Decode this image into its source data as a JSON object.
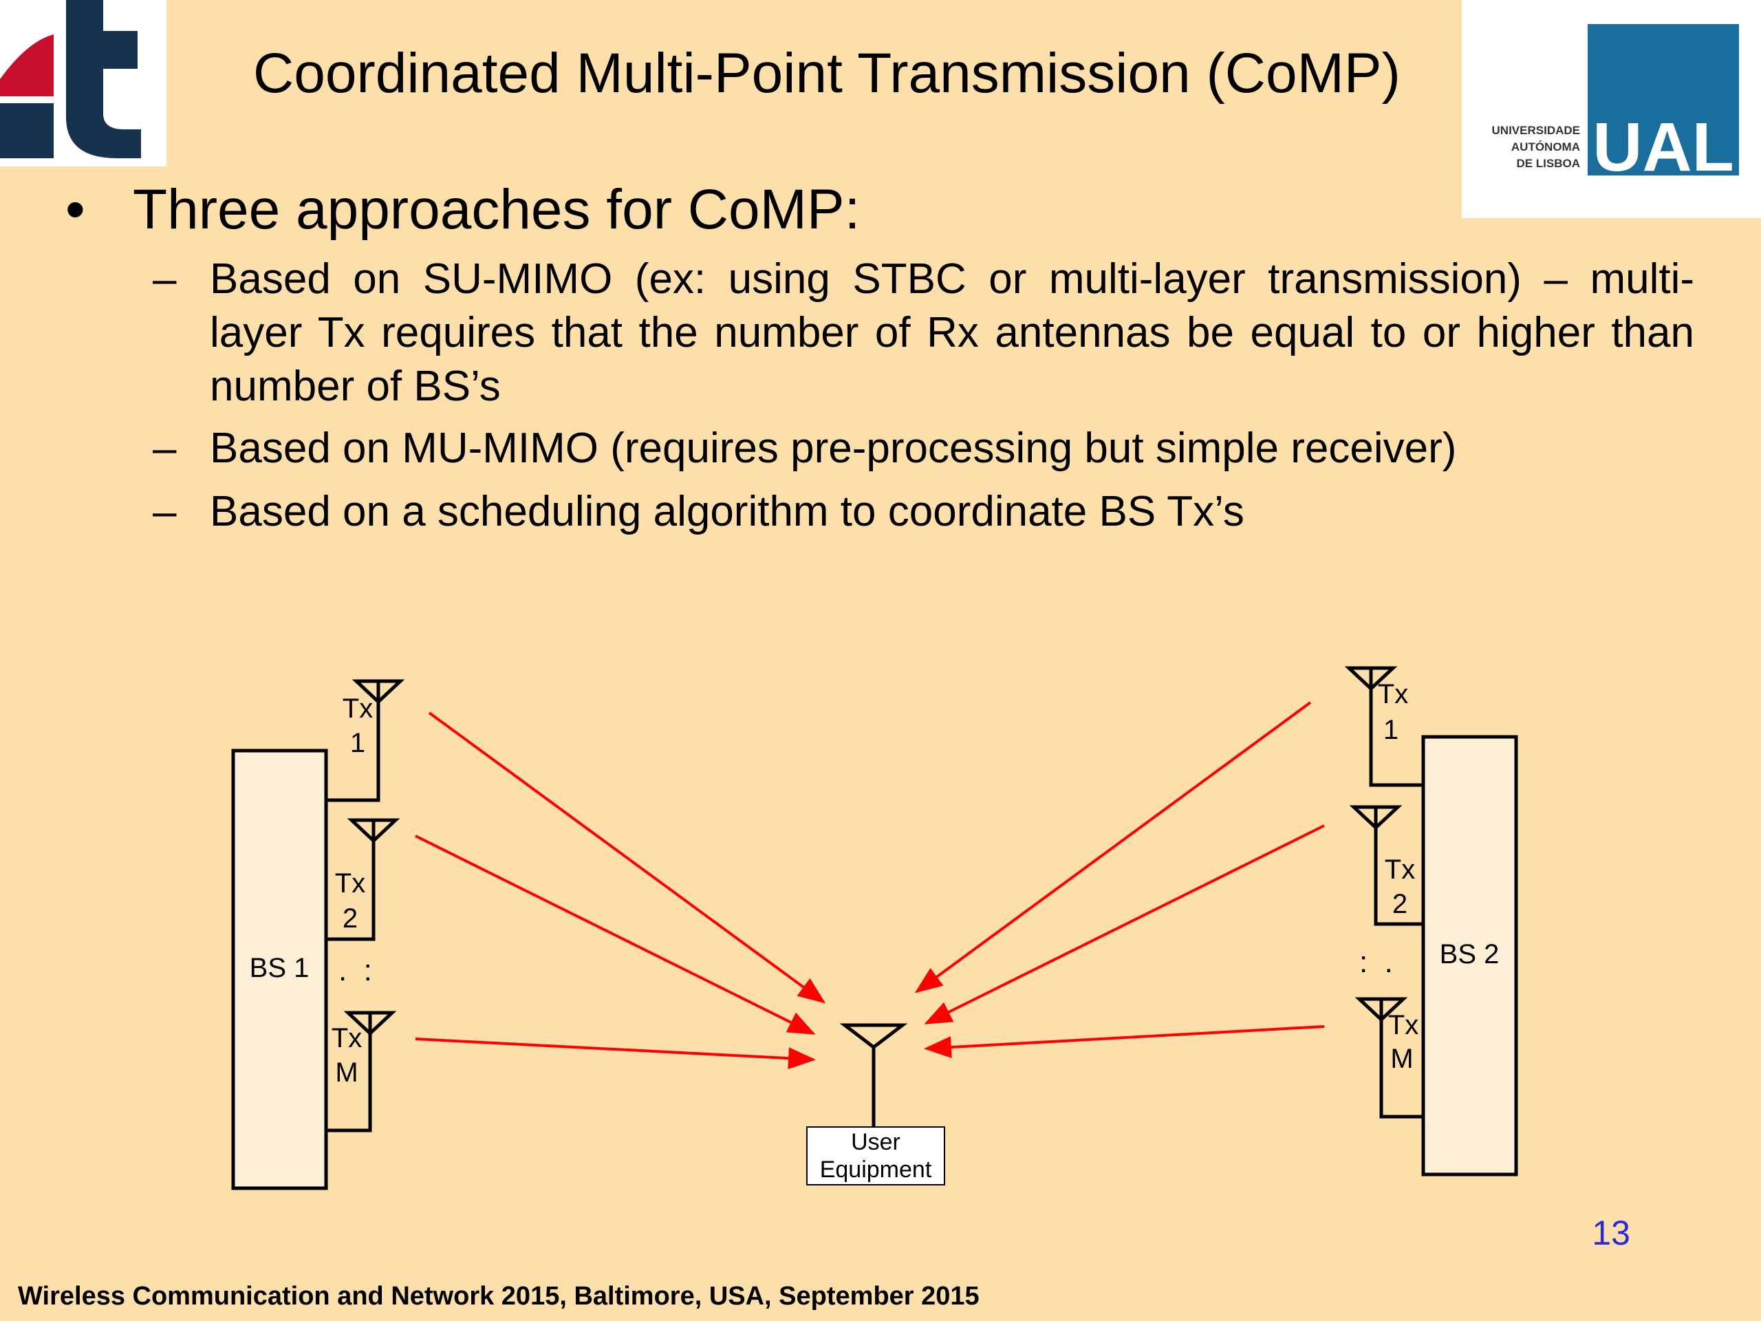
{
  "slide": {
    "title": "Coordinated Multi-Point Transmission (CoMP)",
    "main_bullet": "Three approaches for CoMP:",
    "bullet_symbol": "•",
    "dash_symbol": "–",
    "sub_bullets": [
      {
        "line1": "Based on SU-MIMO (ex: using STBC or multi-layer transmission) – multi-",
        "line2": "layer Tx requires that the number of Rx antennas be equal to or higher than",
        "line3": "number of BS’s"
      },
      {
        "text": "Based on MU-MIMO (requires pre-processing but simple receiver)"
      },
      {
        "text": "Based on a scheduling algorithm to coordinate BS Tx’s"
      }
    ],
    "page_number": "13",
    "footer": "Wireless Communication and Network 2015, Baltimore, USA, September 2015"
  },
  "logos": {
    "it": {
      "colors": {
        "navy": "#17324f",
        "red": "#c8102e"
      }
    },
    "ual": {
      "line1": "UNIVERSIDADE",
      "line2": "AUTÓNOMA",
      "line3": "DE LISBOA",
      "mark": "UAL",
      "color": "#1a6e9e"
    }
  },
  "diagram": {
    "bs1_label": "BS 1",
    "bs2_label": "BS 2",
    "ue_line1": "User",
    "ue_line2": "Equipment",
    "tx_word": "Tx",
    "tx_numbers": [
      "1",
      "2",
      "M"
    ],
    "dots_left": ".  :",
    "dots_right": ":  .",
    "arrow_color": "#ff0000",
    "box_fill": "#fdeed8"
  }
}
